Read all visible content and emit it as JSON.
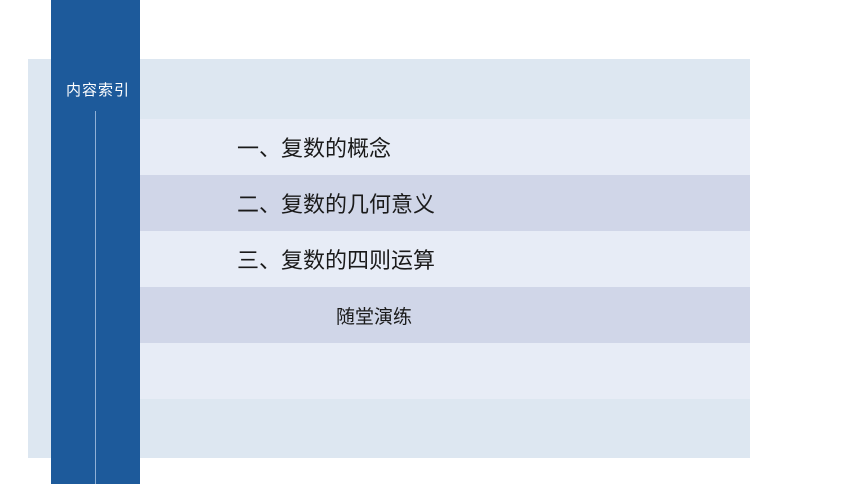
{
  "sidebar": {
    "title": "内容索引"
  },
  "menu": {
    "items": [
      {
        "label": "一、复数的概念"
      },
      {
        "label": "二、复数的几何意义"
      },
      {
        "label": "三、复数的四则运算"
      },
      {
        "label": "随堂演练"
      }
    ]
  },
  "colors": {
    "sidebar": "#1d5a9b",
    "panel": "#dde7f1",
    "row_light": "#e7ecf6",
    "row_dark": "#d0d6e8"
  }
}
